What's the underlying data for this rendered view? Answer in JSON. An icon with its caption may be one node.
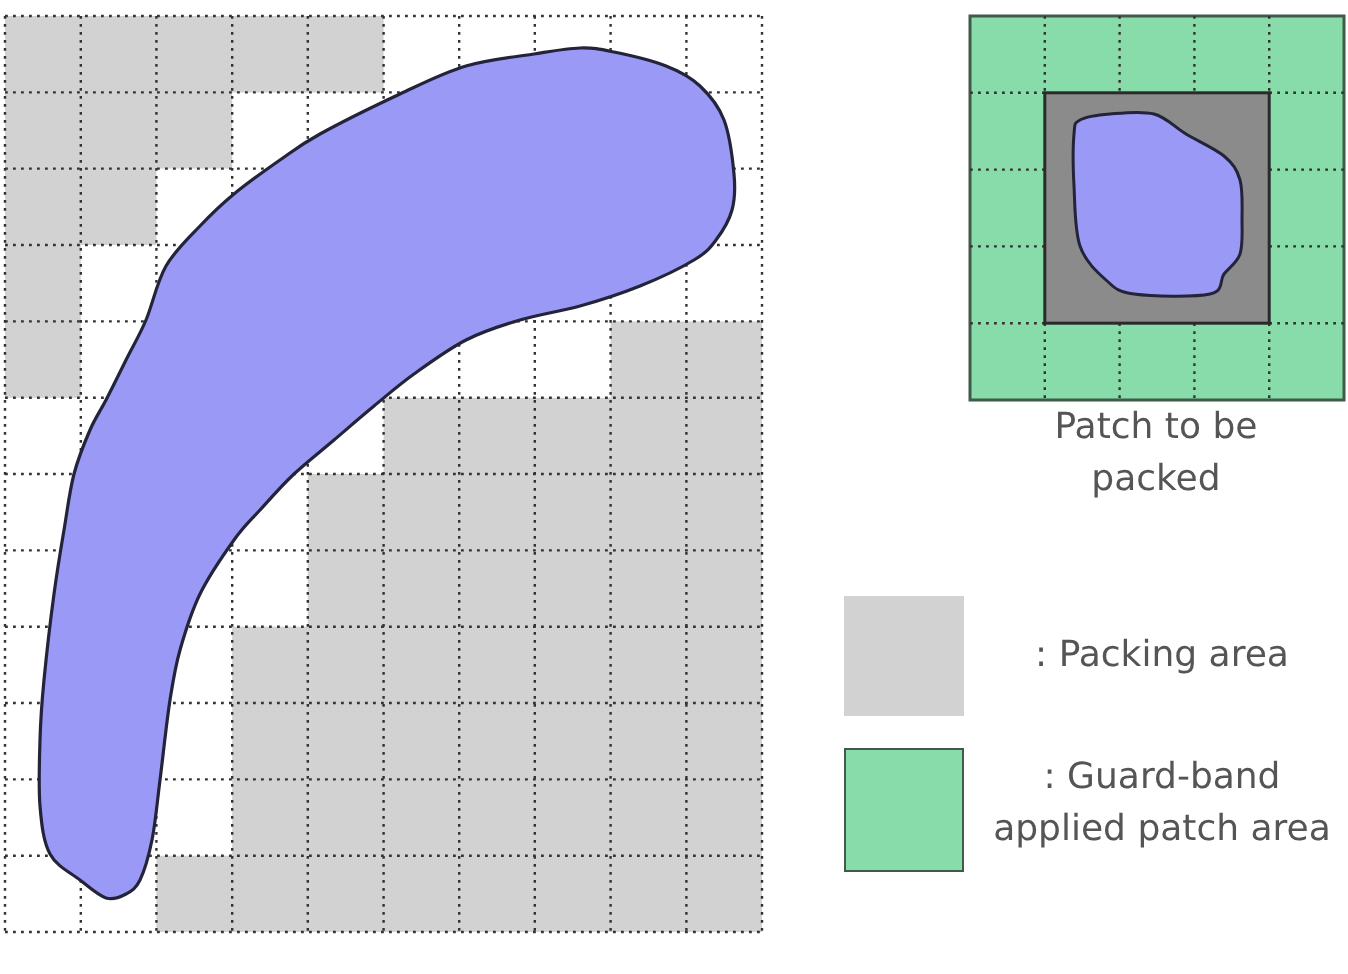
{
  "diagram": {
    "labels": [
      "Patch to be packed"
    ],
    "legend": [
      {
        "text": ": Packing area",
        "color": "#d2d2d2"
      },
      {
        "text": ": Guard-band applied patch area",
        "color": "#88dcaa"
      }
    ]
  }
}
